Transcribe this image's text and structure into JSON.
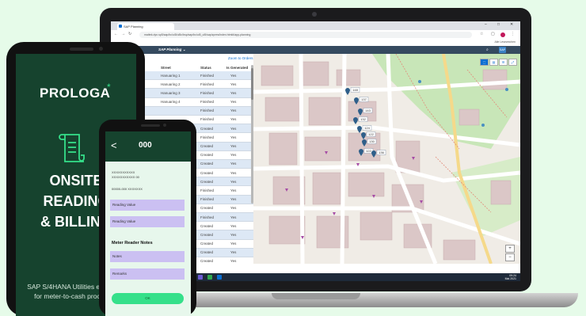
{
  "browser": {
    "tab_title": "SAP Planning",
    "url": "mattek.dyn.sp5/sap/bc/ui5/ui5c/bsp/sap/bc/ui5_ui5/sap/zpres/index.html#/app-planning",
    "bookmarks_text": "Alle Lesezeichen",
    "window_controls": [
      "–",
      "□",
      "✕"
    ]
  },
  "shell": {
    "title": "SAP Planning ⌄",
    "avatar": "SAP"
  },
  "list": {
    "zoom_link": "Zoom to Orders",
    "headers": [
      "Street",
      "Status",
      "Is Generated"
    ],
    "rows": [
      [
        "Hanuaring 1",
        "Finished",
        "Yes"
      ],
      [
        "Hanuaring 2",
        "Finished",
        "Yes"
      ],
      [
        "Hanuaring 3",
        "Finished",
        "Yes"
      ],
      [
        "Hanuaring 4",
        "Finished",
        "Yes"
      ],
      [
        "",
        "Finished",
        "Yes"
      ],
      [
        "",
        "Finished",
        "Yes"
      ],
      [
        "",
        "Created",
        "Yes"
      ],
      [
        "",
        "Finished",
        "Yes"
      ],
      [
        "",
        "Created",
        "Yes"
      ],
      [
        "",
        "Created",
        "Yes"
      ],
      [
        "",
        "Created",
        "Yes"
      ],
      [
        "",
        "Created",
        "Yes"
      ],
      [
        "",
        "Created",
        "Yes"
      ],
      [
        "",
        "Finished",
        "Yes"
      ],
      [
        "",
        "Finished",
        "Yes"
      ],
      [
        "",
        "Created",
        "Yes"
      ],
      [
        "",
        "Finished",
        "Yes"
      ],
      [
        "",
        "Created",
        "Yes"
      ],
      [
        "",
        "Created",
        "Yes"
      ],
      [
        "",
        "Created",
        "Yes"
      ],
      [
        "",
        "Created",
        "Yes"
      ],
      [
        "",
        "Created",
        "Yes"
      ],
      [
        "",
        "Created",
        "Yes"
      ],
      [
        "",
        "Created",
        "Yes"
      ]
    ]
  },
  "map": {
    "markers": [
      "148",
      "137",
      "143",
      "132",
      "124",
      "122",
      "130",
      "122",
      "136"
    ],
    "zoom_in": "+",
    "zoom_out": "−"
  },
  "taskbar": {
    "time": "09:24",
    "date": "Mai 2021"
  },
  "left_phone": {
    "logo": "PROLOGA",
    "logo_star": "*",
    "title_lines": [
      "ONSITE",
      "READING",
      "& BILLING"
    ],
    "subtitle_lines": [
      "SAP S/4HANA Utilities extension",
      "for meter-to-cash processes"
    ]
  },
  "right_phone": {
    "title": "000",
    "back": "<",
    "info_lines": [
      "XXXXXXXXXXX",
      "XXXXXXXXXXX 00",
      "00000-000 XXXXXXX"
    ],
    "fields": [
      "Reading Value",
      "Reading Value"
    ],
    "notes_section": "Meter Reader Notes",
    "note_fields": [
      "Notes",
      "Remarks"
    ],
    "ok_button": "OK"
  },
  "colors": {
    "brand_dark_green": "#16432e",
    "brand_accent_green": "#35e08a",
    "field_lavender": "#cbc0f2",
    "sap_shell": "#354a5f",
    "background": "#e6fbe9"
  }
}
